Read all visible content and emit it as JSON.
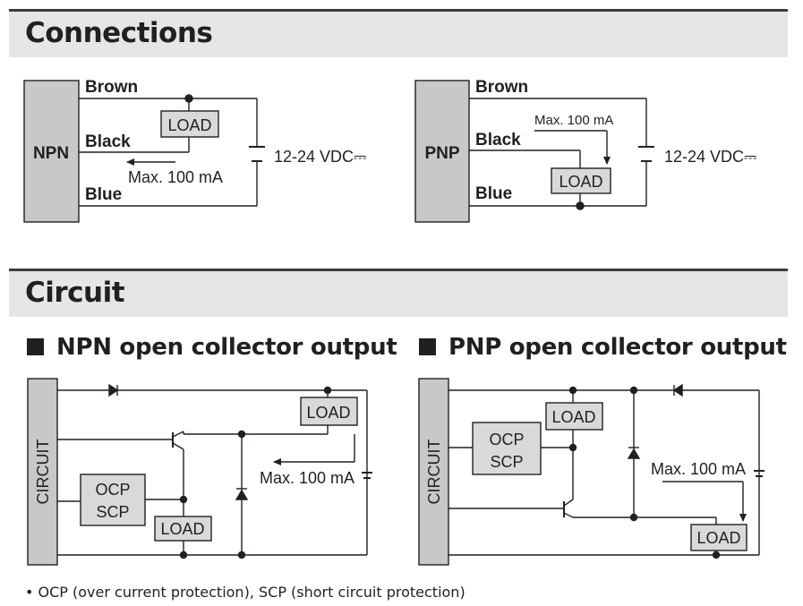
{
  "sections": {
    "connections": {
      "title": "Connections"
    },
    "circuit": {
      "title": "Circuit"
    }
  },
  "connections": {
    "npn": {
      "block_label": "NPN",
      "wire_brown": "Brown",
      "wire_black": "Black",
      "wire_blue": "Blue",
      "load": "LOAD",
      "max_current": "Max. 100 mA",
      "supply": "12-24 VDC⎓"
    },
    "pnp": {
      "block_label": "PNP",
      "wire_brown": "Brown",
      "wire_black": "Black",
      "wire_blue": "Blue",
      "load": "LOAD",
      "max_current": "Max. 100 mA",
      "supply": "12-24 VDC⎓"
    }
  },
  "circuit": {
    "npn": {
      "title": "NPN open collector output",
      "block_label": "CIRCUIT",
      "ocp": "OCP",
      "scp": "SCP",
      "load_top": "LOAD",
      "load_bottom": "LOAD",
      "max_current": "Max. 100 mA"
    },
    "pnp": {
      "title": "PNP open collector output",
      "block_label": "CIRCUIT",
      "ocp": "OCP",
      "scp": "SCP",
      "load_top": "LOAD",
      "load_bottom": "LOAD",
      "max_current": "Max. 100 mA"
    }
  },
  "footnote": "•  OCP (over current protection), SCP (short circuit protection)",
  "colors": {
    "block_fill": "#c8c8c8",
    "load_fill": "#d9d9d9",
    "line": "#231f20",
    "header_bg": "#e6e6e6"
  }
}
